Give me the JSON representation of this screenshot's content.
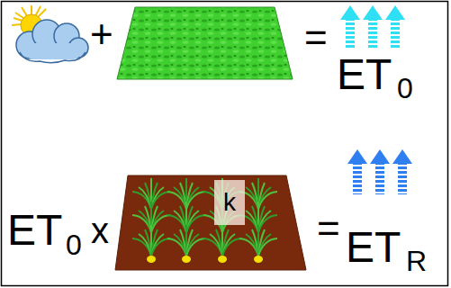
{
  "diagram": {
    "nodes": [
      {
        "text": [
          "k"
        ]
      }
    ],
    "labels": [
      "+",
      "=",
      "ET",
      "0",
      "ET",
      "0",
      "x",
      "=",
      "ET",
      "R"
    ]
  }
}
